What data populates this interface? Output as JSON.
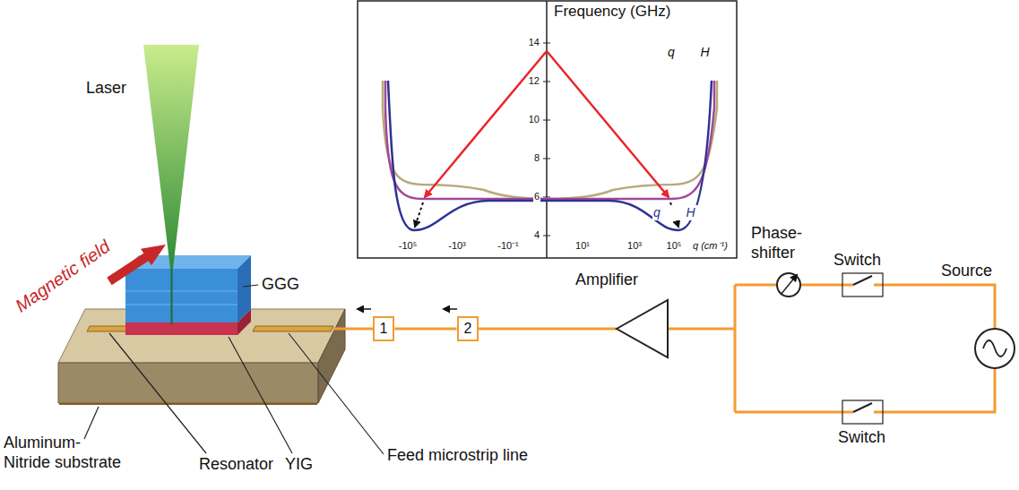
{
  "diagram": {
    "nodes": [
      {
        "text": [
          "1"
        ]
      },
      {
        "text": [
          "2"
        ]
      }
    ],
    "edges": [
      {
        "from": 1,
        "to": 0,
        "arrow": "none"
      }
    ],
    "labels": [
      "Frequency (GHz)",
      "14",
      "12",
      "10",
      "8",
      "6",
      "4",
      "-10⁵",
      "-10³",
      "-10⁻¹",
      "10¹",
      "10³",
      "10⁵",
      "q (cm⁻¹)",
      "q⃗ ⊥ H⃗",
      "q⃗ ∥ H⃗",
      "Laser",
      "Magnetic field",
      "GGG",
      "Aluminum- Nitride substrate",
      "Resonator",
      "YIG",
      "Feed microstrip line",
      "Amplifier",
      "Phase- shifter",
      "Switch",
      "Switch",
      "Source"
    ]
  }
}
